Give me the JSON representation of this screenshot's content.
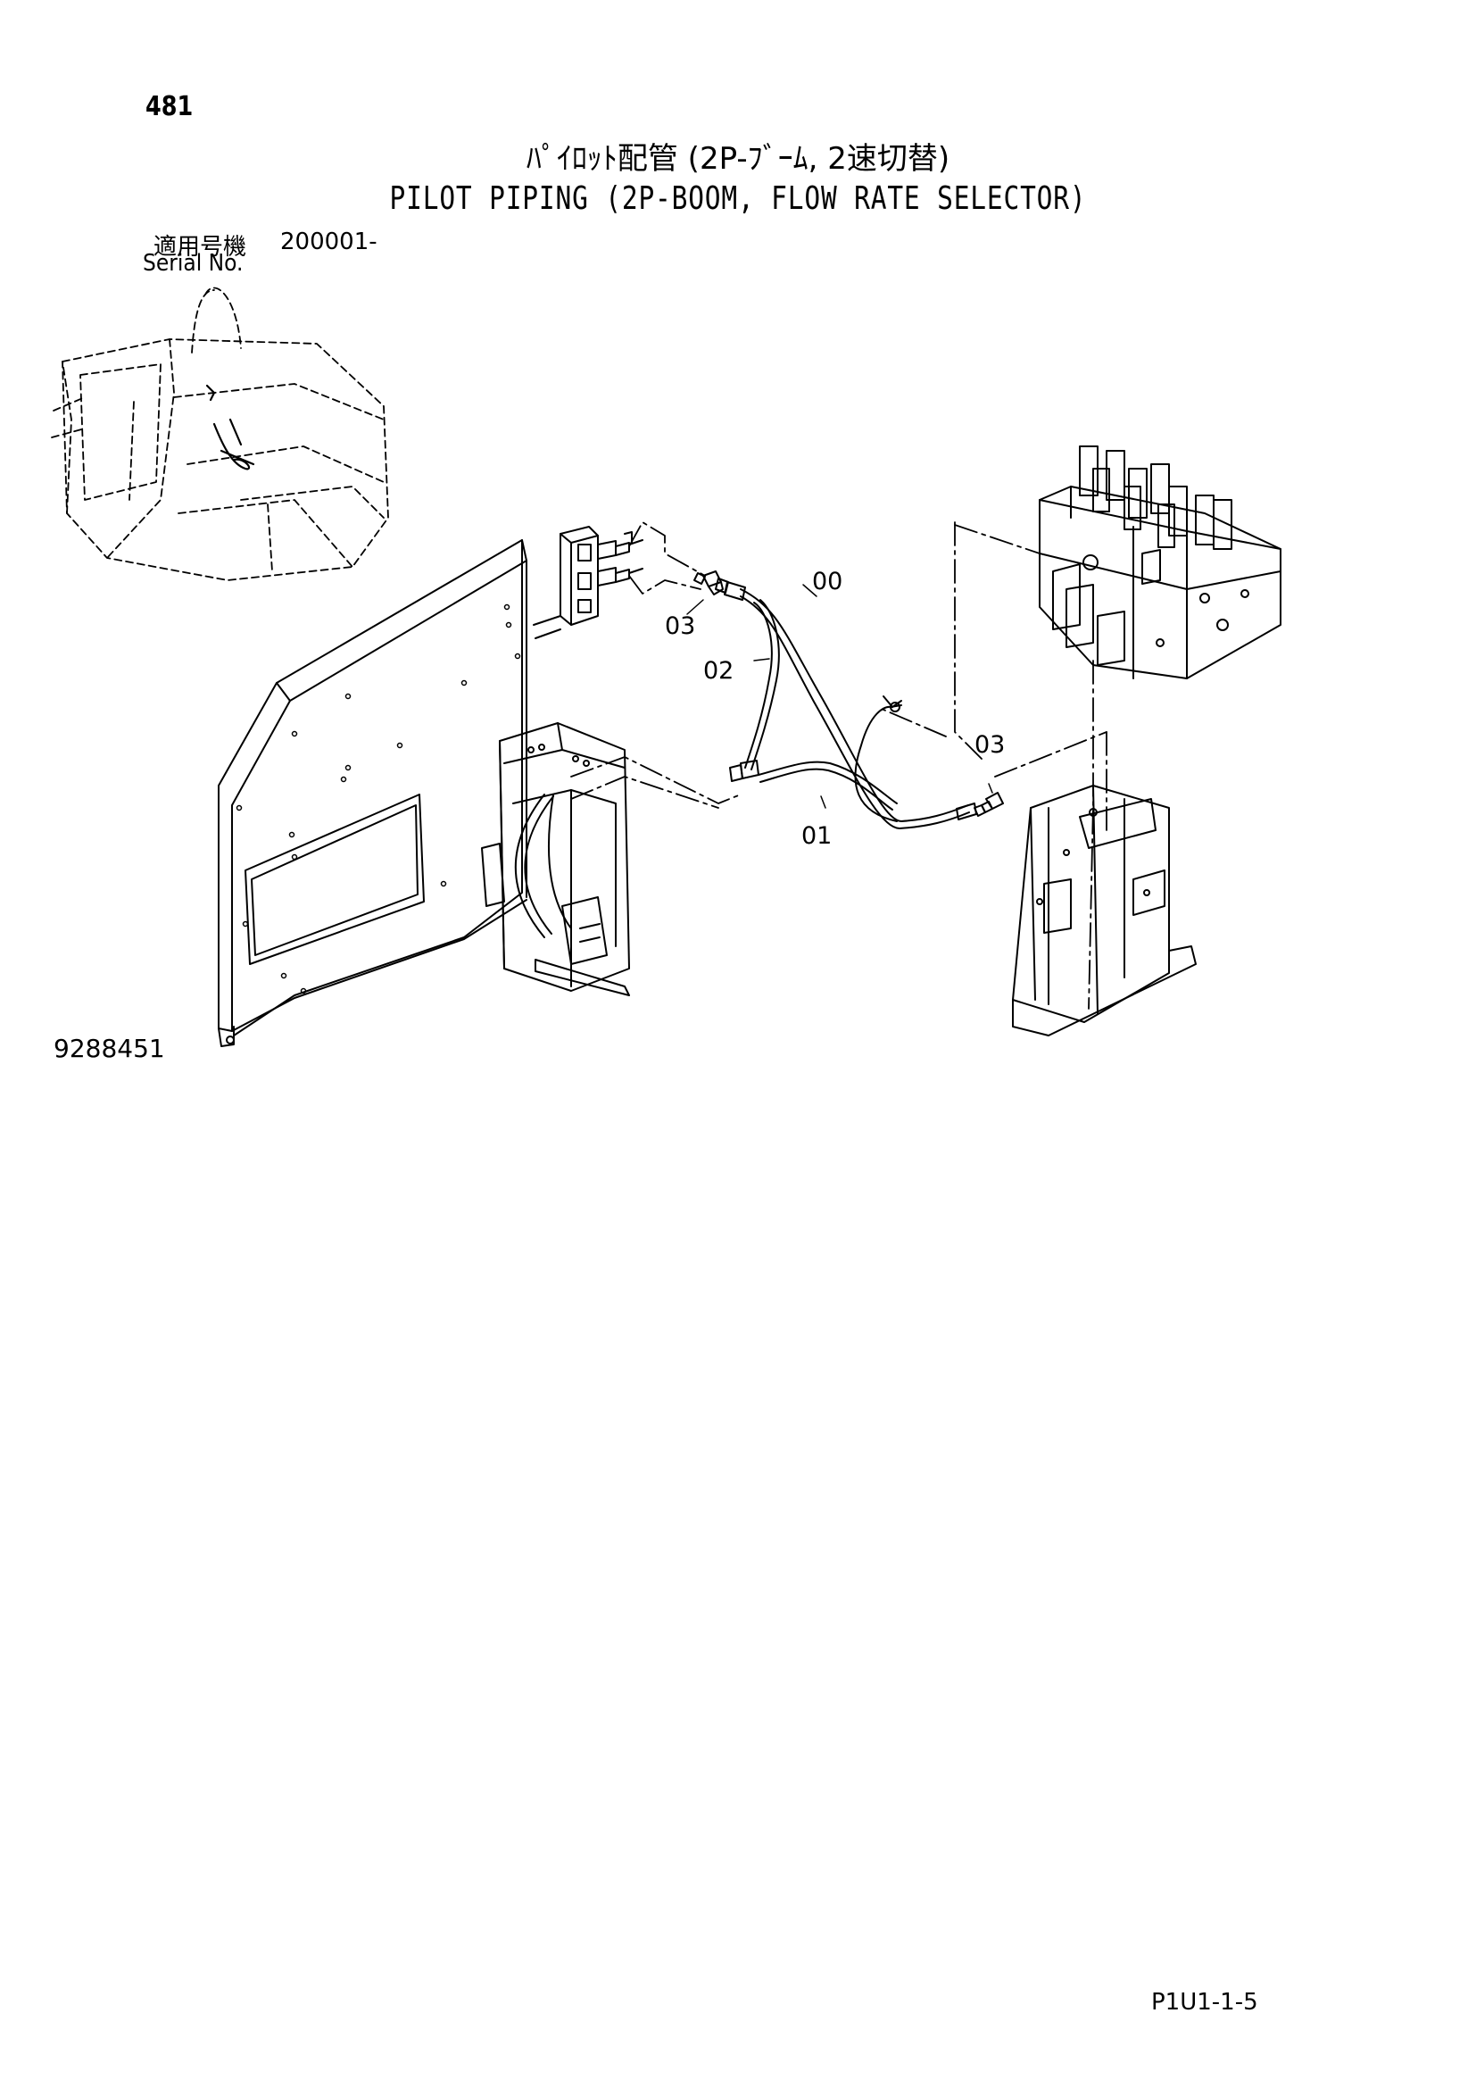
{
  "header": {
    "page_number": "481",
    "title_jp": "ﾊﾟｲﾛｯﾄ配管 (2P-ﾌﾞｰﾑ, 2速切替)",
    "title_en": "PILOT PIPING (2P-BOOM, FLOW RATE SELECTOR)",
    "serial_label_jp": "適用号機",
    "serial_value": "200001-",
    "serial_label_en": "Serial No."
  },
  "diagram": {
    "callouts": [
      "00",
      "02",
      "03",
      "01",
      "03"
    ]
  },
  "footer": {
    "drawing_number": "9288451",
    "page_code": "P1U1-1-5"
  }
}
